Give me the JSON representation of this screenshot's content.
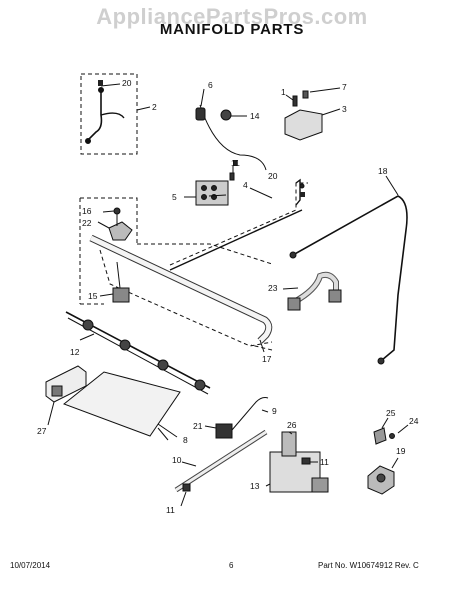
{
  "watermark": "AppliancePartsPros.com",
  "title": "MANIFOLD PARTS",
  "callouts": {
    "p1": "1",
    "p2": "2",
    "p3": "3",
    "p5": "5",
    "p6": "6",
    "p7": "7",
    "p8": "8",
    "p9": "9",
    "p10": "10",
    "p11a": "11",
    "p11b": "11",
    "p11c": "11",
    "p12": "12",
    "p13": "13",
    "p14": "14",
    "p15": "15",
    "p16": "16",
    "p17": "17",
    "p18": "18",
    "p19": "19",
    "p20a": "20",
    "p20b": "20",
    "p21": "21",
    "p22": "22",
    "p23": "23",
    "p24": "24",
    "p25": "25",
    "p26": "26",
    "p27": "27",
    "p4": "4"
  },
  "footer": {
    "date": "10/07/2014",
    "page": "6",
    "part_no": "Part No. W10674912  Rev. C"
  }
}
